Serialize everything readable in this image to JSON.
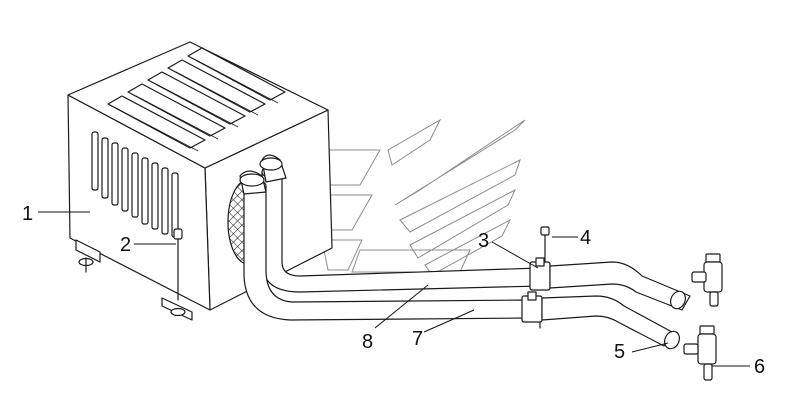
{
  "diagram": {
    "callouts": [
      {
        "id": "1",
        "label": "1"
      },
      {
        "id": "2",
        "label": "2"
      },
      {
        "id": "3",
        "label": "3"
      },
      {
        "id": "4",
        "label": "4"
      },
      {
        "id": "5",
        "label": "5"
      },
      {
        "id": "6",
        "label": "6"
      },
      {
        "id": "7",
        "label": "7"
      },
      {
        "id": "8",
        "label": "8"
      }
    ]
  },
  "colors": {
    "line": "#1a1a1a",
    "watermark": "#8c8c8c",
    "background": "#ffffff"
  }
}
